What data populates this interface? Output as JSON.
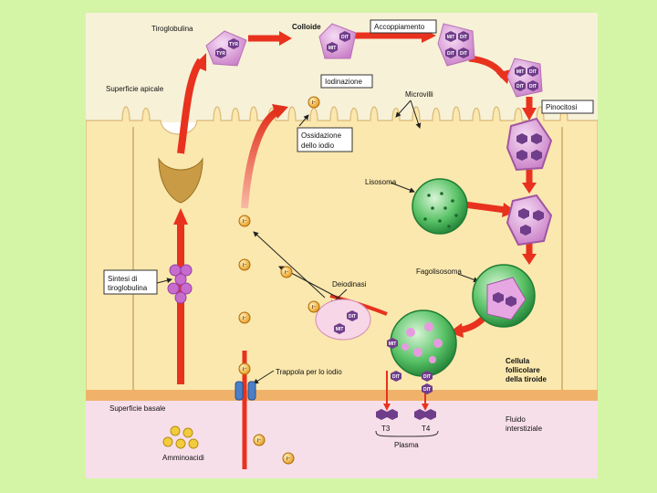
{
  "labels": {
    "tireoglobulina": "Tiroglobulina",
    "colloide": "Colloide",
    "accoppiamento": "Accoppiamento",
    "superficie_apicale": "Superficie apicale",
    "iodinazione": "Iodinazione",
    "microvilli": "Microvilli",
    "pinocitosi": "Pinocitosi",
    "ossidazione": [
      "Ossidazione",
      "dello iodio"
    ],
    "lisosoma": "Lisosoma",
    "sintesi": [
      "Sintesi di",
      "tiroglobulina"
    ],
    "fagolisosoma": "Fagolisosoma",
    "deiodinasi": "Deiodinasi",
    "cellula": [
      "Cellula",
      "follicolare",
      "della tiroide"
    ],
    "trappola": "Trappola per lo iodio",
    "superficie_basale": "Superficie basale",
    "fluido": [
      "Fluido",
      "interstiziale"
    ],
    "t3": "T3",
    "t4": "T4",
    "plasma": "Plasma",
    "amminoacidi": "Amminoacidi",
    "iodide": "I⁻",
    "tyr": "TYR",
    "mit": "MIT",
    "dit": "DIT"
  },
  "colors": {
    "page_bg": "#d4f5a6",
    "cell": "#fbe8ae",
    "colloid": "#f7f1d8",
    "arrow": "#e8321e",
    "tg_pink": "#dda3dd",
    "hex_purple": "#6f3d8a",
    "lysosome": "#3fae4d",
    "interstitial": "#f7dfe9"
  }
}
